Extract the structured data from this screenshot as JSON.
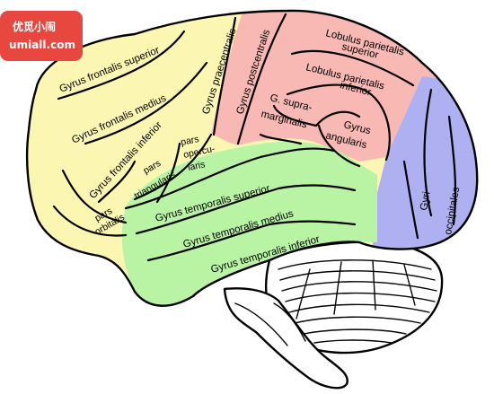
{
  "watermark": {
    "line1": "优觅小闹",
    "line2": "umiall.com"
  },
  "lobes": {
    "frontal": {
      "color": "#fbf6b2"
    },
    "parietal": {
      "color": "#f8b8b4"
    },
    "temporal": {
      "color": "#b9f4a4"
    },
    "occipital": {
      "color": "#aeb0f2"
    },
    "cerebellum": {
      "color": "#ffffff"
    }
  },
  "labels": {
    "gyrus_frontalis_superior": "Gyrus frontalis superior",
    "gyrus_frontalis_medius": "Gyrus frontalis medius",
    "gyrus_frontalis_inferior": "Gyrus frontalis inferior",
    "gyrus_praecentralis": "Gyrus praecentralis",
    "gyrus_postcentralis": "Gyrus postcentralis",
    "lobulus_parietalis_superior_1": "Lobulus parietalis",
    "lobulus_parietalis_superior_2": "superior",
    "lobulus_parietalis_inferior_1": "Lobulus parietalis",
    "lobulus_parietalis_inferior_2": "inferior",
    "g_supramarginalis_1": "G. supra-",
    "g_supramarginalis_2": "marginalis",
    "gyrus_angularis_1": "Gyrus",
    "gyrus_angularis_2": "angularis",
    "pars_opercularis_1": "pars",
    "pars_opercularis_2": "opercu-",
    "pars_opercularis_3": "laris",
    "pars_triangularis_1": "pars",
    "pars_triangularis_2": "triangularis",
    "pars_orbitalis_1": "pars",
    "pars_orbitalis_2": "orbitalis",
    "gyrus_temporalis_superior": "Gyrus temporalis superior",
    "gyrus_temporalis_medius": "Gyrus temporalis medius",
    "gyrus_temporalis_inferior": "Gyrus temporalis inferior",
    "gyri_occipitales_1": "Gyri",
    "gyri_occipitales_2": "occipitales"
  }
}
